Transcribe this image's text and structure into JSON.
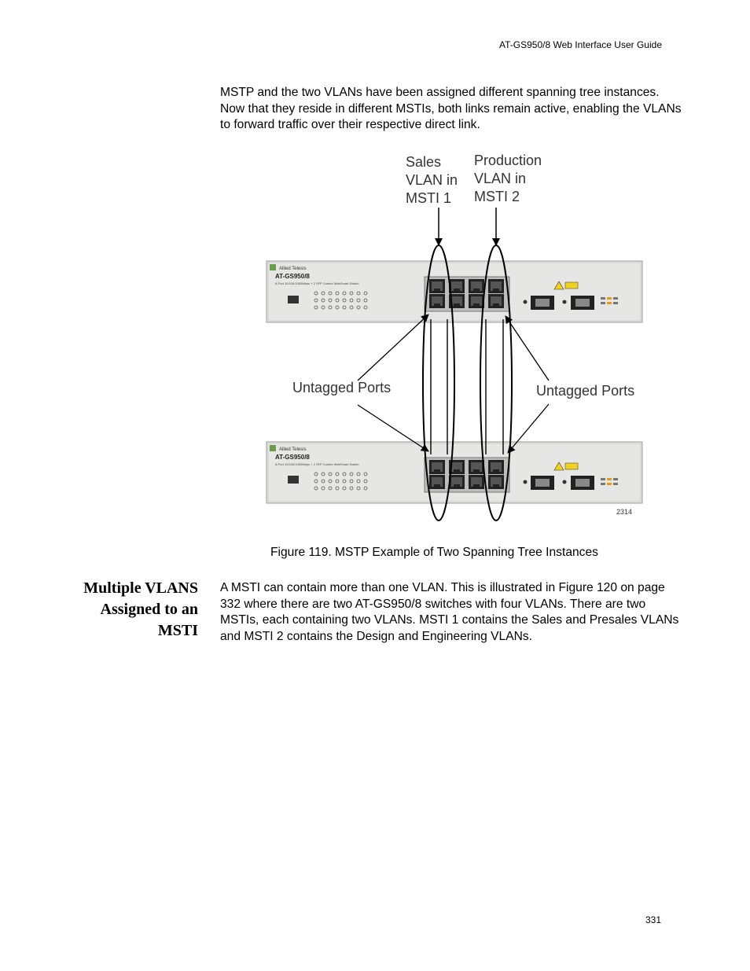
{
  "header": {
    "title": "AT-GS950/8  Web Interface User Guide"
  },
  "intro_paragraph": "MSTP and the two VLANs have been assigned different spanning tree instances. Now that they reside in different MSTIs, both links remain active, enabling the VLANs to forward traffic over their respective direct link.",
  "figure": {
    "label_sales": [
      "Sales",
      "VLAN in",
      "MSTI 1"
    ],
    "label_production": [
      "Production",
      "VLAN in",
      "MSTI 2"
    ],
    "label_untagged_left": "Untagged Ports",
    "label_untagged_right": "Untagged Ports",
    "switch_brand": "Allied Telesis",
    "switch_model": "AT-GS950/8",
    "switch_subtitle": "8-Port 10/100/1000Mbps + 2 SFP Combo WebSmart Switch",
    "figure_number": "2314"
  },
  "caption": "Figure 119. MSTP Example of Two Spanning Tree Instances",
  "section": {
    "heading_lines": [
      "Multiple VLANS",
      "Assigned to an",
      "MSTI"
    ],
    "paragraph": "A MSTI can contain more than one VLAN. This is illustrated in Figure 120 on page 332 where there are two AT-GS950/8 switches with four VLANs. There are two MSTIs, each containing two VLANs. MSTI 1 contains the Sales and Presales VLANs and MSTI 2 contains the Design and Engineering VLANs."
  },
  "page_number": "331"
}
